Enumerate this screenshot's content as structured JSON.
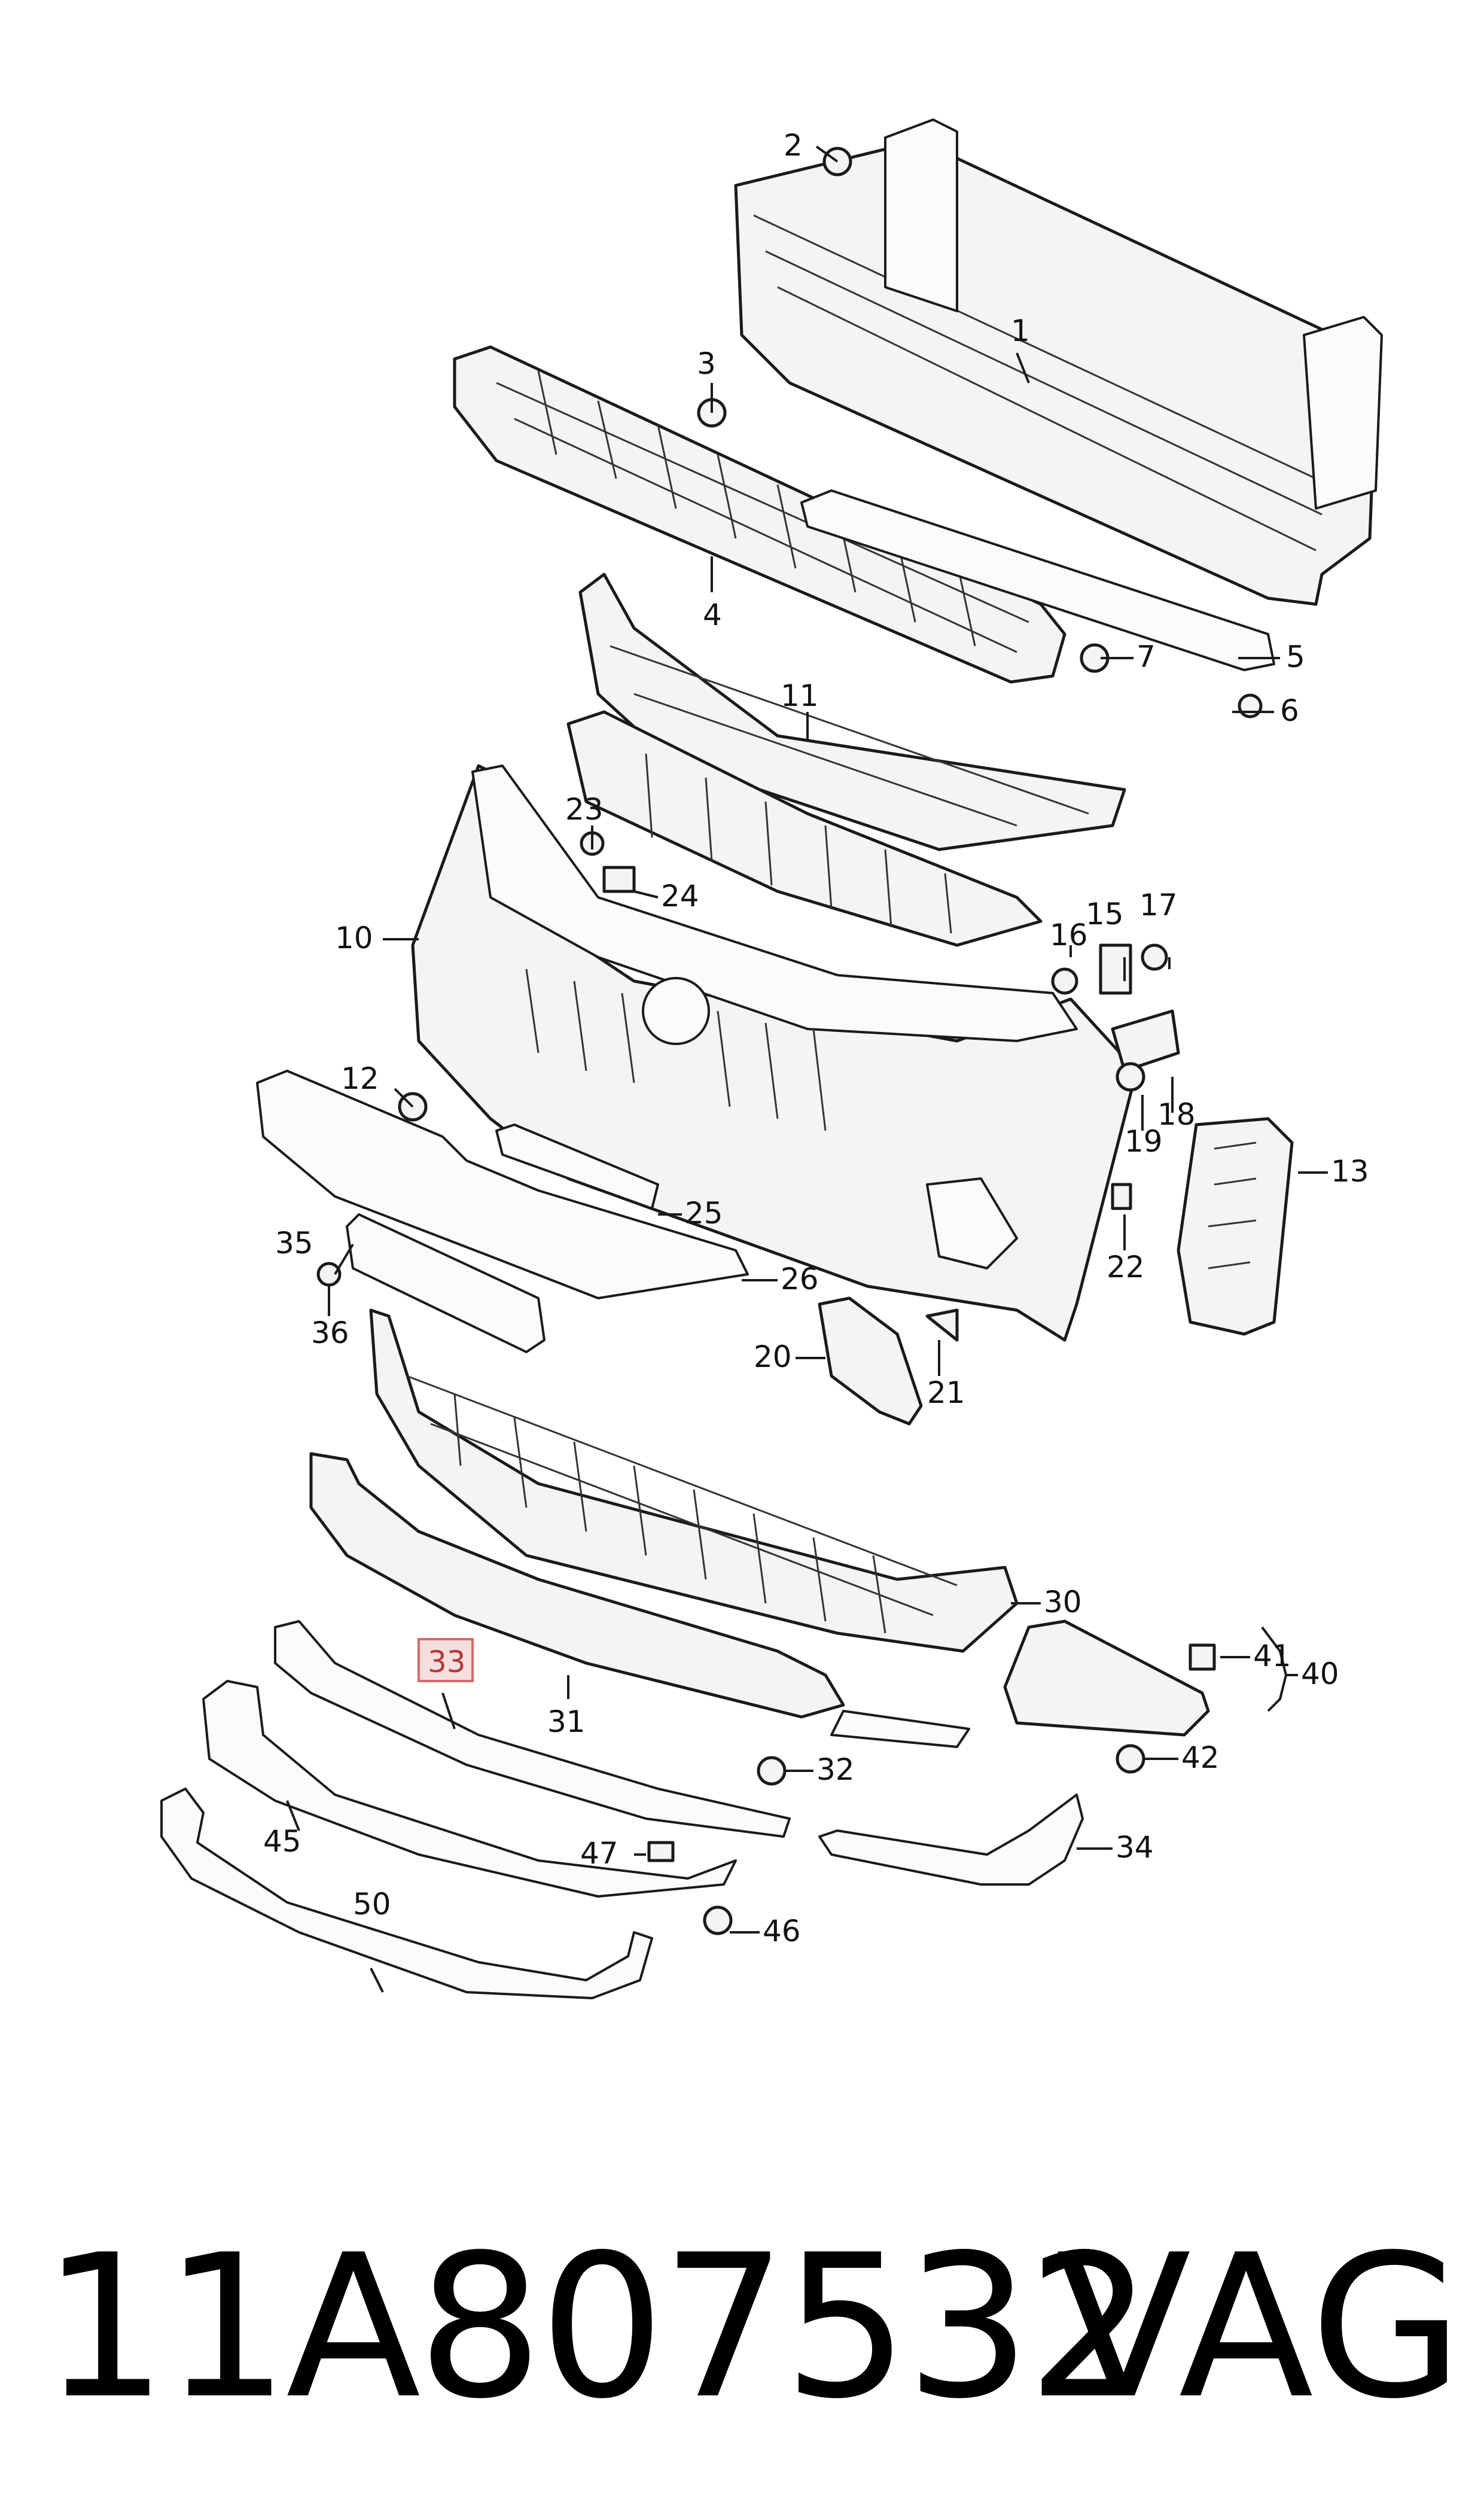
{
  "diagram": {
    "callouts": {
      "c1": "1",
      "c2": "2",
      "c3": "3",
      "c4": "4",
      "c5": "5",
      "c6": "6",
      "c7": "7",
      "c10": "10",
      "c11": "11",
      "c12": "12",
      "c13": "13",
      "c15": "15",
      "c16": "16",
      "c17": "17",
      "c18": "18",
      "c19": "19",
      "c20": "20",
      "c21": "21",
      "c22": "22",
      "c23": "23",
      "c24": "24",
      "c25": "25",
      "c26": "26",
      "c30": "30",
      "c31": "31",
      "c32": "32",
      "c33": "33",
      "c34": "34",
      "c35": "35",
      "c36": "36",
      "c40": "40",
      "c41": "41",
      "c42": "42",
      "c45": "45",
      "c46": "46",
      "c47": "47",
      "c50": "50"
    },
    "highlighted_callout": "33",
    "colors": {
      "line": "#1a1a1a",
      "highlight_fill": "#f6dede",
      "highlight_stroke": "#d66a6a"
    }
  },
  "footer": {
    "part_number": "11A807532",
    "brand": "VAG"
  }
}
